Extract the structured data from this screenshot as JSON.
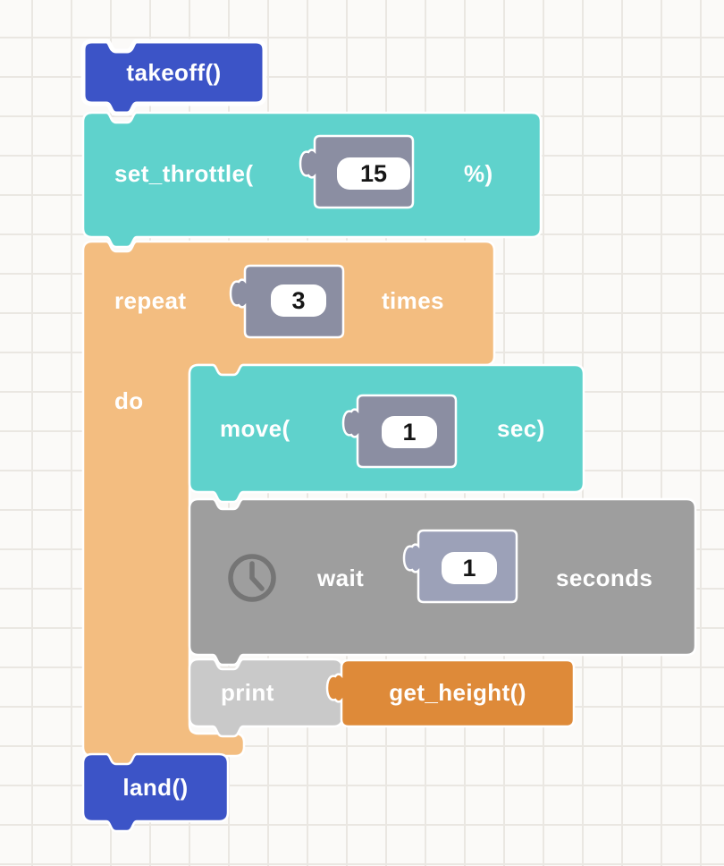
{
  "workspace": {
    "background": "#FBFAF8",
    "grid_line": "#EAE7E2",
    "block_outline": "#FFFFFF",
    "selection_outline": "#F0BE4A"
  },
  "blocks": {
    "takeoff": {
      "label": "takeoff()",
      "color": "#3C54C7",
      "selected": "true"
    },
    "set_throttle": {
      "prefix": "set_throttle(",
      "value": "15",
      "suffix": "%)",
      "color": "#5FD2CC",
      "input_color": "#8B8EA2"
    },
    "repeat": {
      "prefix": "repeat",
      "value": "3",
      "suffix": "times",
      "do_label": "do",
      "color": "#F3BD80",
      "input_color": "#8B8EA2"
    },
    "move": {
      "prefix": "move(",
      "value": "1",
      "suffix": "sec)",
      "color": "#5FD2CC",
      "input_color": "#8B8EA2"
    },
    "wait": {
      "prefix": "wait",
      "value": "1",
      "suffix": "seconds",
      "color": "#9E9E9E",
      "input_color": "#9CA1B8",
      "icon": "clock-icon",
      "icon_color": "#757575"
    },
    "print": {
      "label": "print",
      "color": "#C9C9C9"
    },
    "get_height": {
      "label": "get_height()",
      "color": "#DE8A39"
    },
    "land": {
      "label": "land()",
      "color": "#3C54C7"
    }
  }
}
